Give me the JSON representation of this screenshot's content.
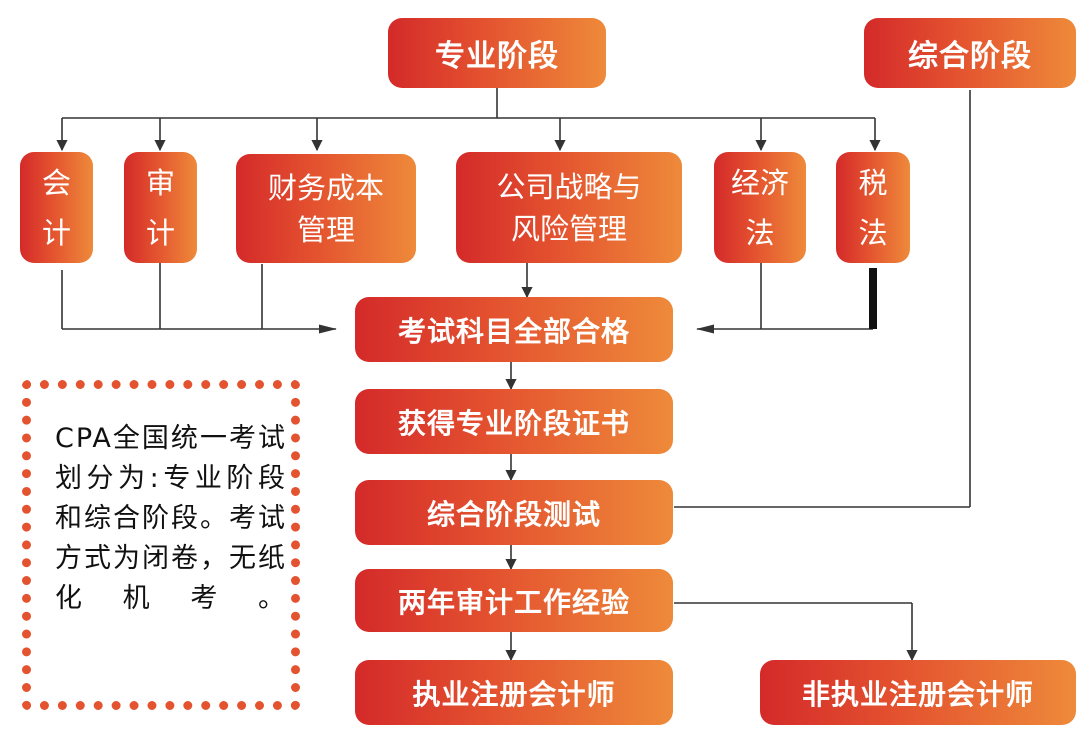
{
  "stages": {
    "professional": "专业阶段",
    "comprehensive": "综合阶段"
  },
  "subjects": [
    {
      "line1": "会",
      "line2": "计"
    },
    {
      "line1": "审",
      "line2": "计"
    },
    {
      "line1": "财务成本",
      "line2": "管理"
    },
    {
      "line1": "公司战略与",
      "line2": "风险管理"
    },
    {
      "line1": "经济",
      "line2": "法"
    },
    {
      "line1": "税",
      "line2": "法"
    }
  ],
  "flow": {
    "all_passed": "考试科目全部合格",
    "certificate": "获得专业阶段证书",
    "comprehensive_test": "综合阶段测试",
    "audit_experience": "两年审计工作经验",
    "practicing_cpa": "执业注册会计师",
    "non_practicing_cpa": "非执业注册会计师"
  },
  "note": "CPA全国统一考试划分为:专业阶段和综合阶段。考试方式为闭卷，无纸化机考。",
  "colors": {
    "gradient_start": "#d42a2a",
    "gradient_end": "#ee8a3a",
    "line": "#333333",
    "dots": "#e4532f"
  }
}
